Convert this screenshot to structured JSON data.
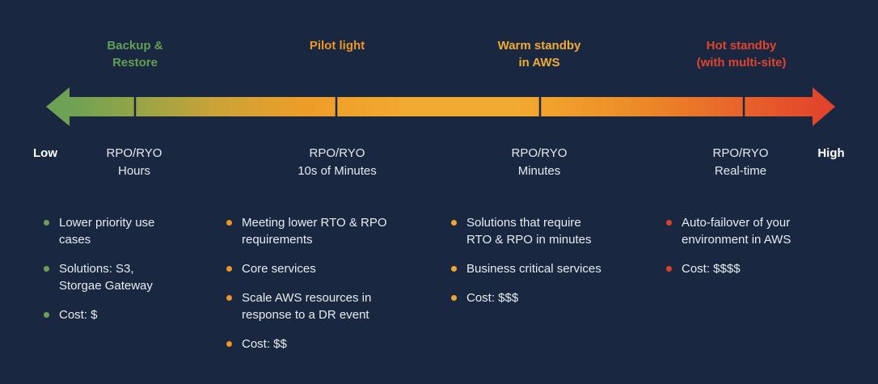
{
  "colors": {
    "background": "#192840",
    "body_text": "#e8ebee",
    "axis_text": "#ffffff"
  },
  "axis": {
    "low_label": "Low",
    "high_label": "High"
  },
  "arrow": {
    "gradient_stops": [
      "#6da254",
      "#6da254",
      "#93a447",
      "#cda336",
      "#ee9d28",
      "#f2a92f",
      "#f2a92f",
      "#ec8b27",
      "#e8632a",
      "#e1402b"
    ]
  },
  "strategies": [
    {
      "title": "Backup &\nRestore",
      "title_color": "#61a054",
      "bullet_color": "#6da054",
      "rpo": "RPO/RYO\nHours",
      "bullets": [
        "Lower priority use\ncases",
        "Solutions: S3,\nStorgae Gateway",
        "Cost: $"
      ]
    },
    {
      "title": "Pilot light",
      "title_color": "#ef9522",
      "bullet_color": "#ef9522",
      "rpo": "RPO/RYO\n10s of Minutes",
      "bullets": [
        "Meeting lower RTO & RPO\nrequirements",
        "Core services",
        "Scale AWS resources in\nresponse to a DR event",
        "Cost: $$"
      ]
    },
    {
      "title": "Warm standby\nin AWS",
      "title_color": "#f0ab33",
      "bullet_color": "#efa62e",
      "rpo": "RPO/RYO\nMinutes",
      "bullets": [
        "Solutions that require\nRTO & RPO in minutes",
        "Business critical services",
        "Cost: $$$"
      ]
    },
    {
      "title": "Hot standby\n(with multi-site)",
      "title_color": "#e2432d",
      "bullet_color": "#df4128",
      "rpo": "RPO/RYO\nReal-time",
      "bullets": [
        "Auto-failover of your\nenvironment in AWS",
        "Cost: $$$$"
      ]
    }
  ]
}
